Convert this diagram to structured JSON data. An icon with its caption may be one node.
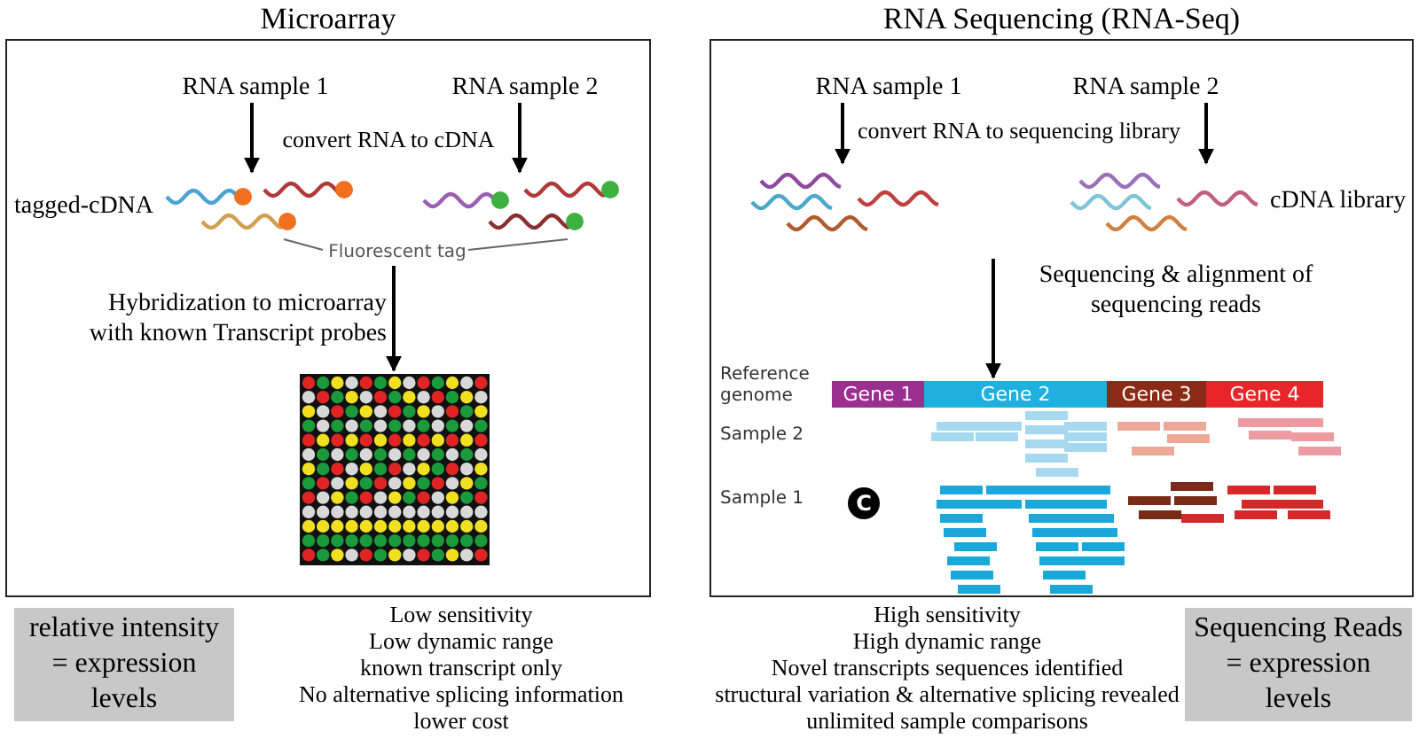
{
  "diagram": {
    "nodes": [
      {
        "text": [
          "Microarray"
        ]
      },
      {
        "text": [
          "RNA sample 1"
        ],
        "in": 0
      },
      {
        "text": [
          "RNA sample 2"
        ],
        "in": 0
      },
      {
        "text": [],
        "shape": "picture",
        "in": 0,
        "beside": [
          "tagged-cDNA"
        ]
      },
      {
        "text": [],
        "shape": "picture",
        "in": 0
      },
      {
        "text": [
          "Fluorescent tag"
        ],
        "in": 0
      },
      {
        "text": [],
        "shape": "picture",
        "in": 0
      },
      {
        "text": [
          "RNA Sequencing (RNA-Seq)"
        ]
      },
      {
        "text": [
          "RNA sample 1"
        ],
        "in": 7
      },
      {
        "text": [
          "RNA sample 2"
        ],
        "in": 7
      },
      {
        "text": [],
        "shape": "picture",
        "in": 7
      },
      {
        "text": [],
        "shape": "picture",
        "in": 7,
        "beside": [
          "cDNA library"
        ]
      },
      {
        "text": [
          "Gene 1"
        ],
        "in": 7
      },
      {
        "text": [
          "Gene 2"
        ],
        "in": 7
      },
      {
        "text": [
          "Gene 3"
        ],
        "in": 7
      },
      {
        "text": [
          "Gene 4"
        ],
        "in": 7
      },
      {
        "text": [
          "relative intensity = expression levels"
        ]
      },
      {
        "text": [
          "Sequencing Reads = expression levels"
        ]
      }
    ],
    "edges": [
      {
        "from": 1,
        "to": 3,
        "arrow": "to"
      },
      {
        "from": 2,
        "to": 4,
        "arrow": "to"
      },
      {
        "from": 5,
        "to": 3,
        "arrow": "none",
        "color": "#666666"
      },
      {
        "from": 5,
        "to": 4,
        "arrow": "none",
        "color": "#666666"
      },
      {
        "from": 5,
        "to": 6,
        "arrow": "to",
        "label": "Hybridization to microarray with known Transcript probes"
      },
      {
        "from": 8,
        "to": 10,
        "arrow": "to"
      },
      {
        "from": 9,
        "to": 11,
        "arrow": "to"
      },
      {
        "from": null,
        "to": 13,
        "arrow": "to",
        "label": "Sequencing & alignment of sequencing reads"
      }
    ],
    "labels": [
      "convert RNA to cDNA",
      "Low sensitivity",
      "Low dynamic range",
      "known transcript only",
      "No alternative splicing information",
      "lower cost",
      "convert RNA to sequencing library",
      "Reference genome",
      "Sample 2",
      "Sample 1",
      "C",
      "High sensitivity",
      "High dynamic range",
      "Novel transcripts sequences identified",
      "structural variation & alternative splicing revealed",
      "unlimited sample comparisons"
    ]
  }
}
